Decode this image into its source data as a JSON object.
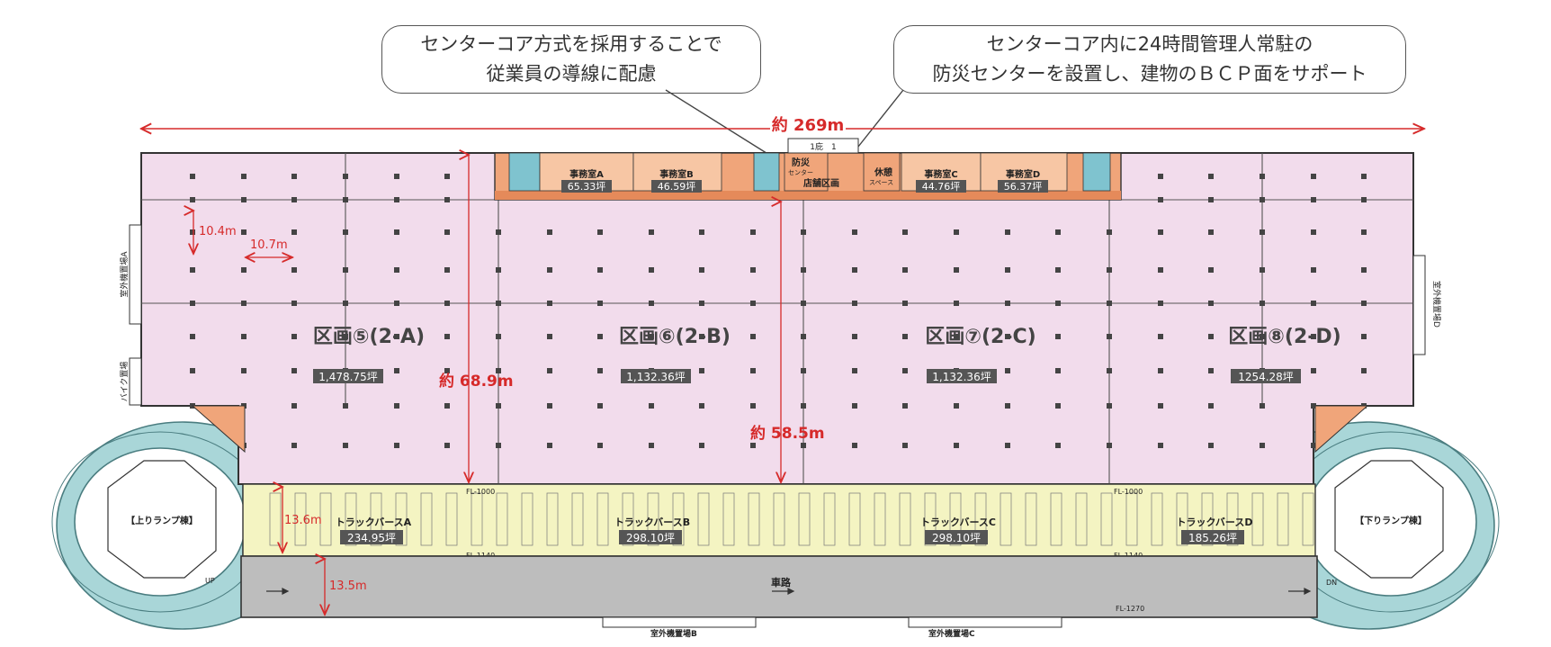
{
  "callouts": {
    "left": {
      "line1": "センターコア方式を採用することで",
      "line2": "従業員の導線に配慮"
    },
    "right": {
      "line1": "センターコア内に24時間管理人常駐の",
      "line2": "防災センターを設置し、建物のＢＣＰ面をサポート"
    }
  },
  "dimensions": {
    "overall_width": "約 269m",
    "depth": "約 68.9m",
    "inner_depth": "約 58.5m",
    "grid_y": "10.4m",
    "grid_x": "10.7m",
    "berth_depth": "13.6m",
    "road_width": "13.5m"
  },
  "zones": [
    {
      "name": "区画⑤(2-A)",
      "area": "1,478.75坪"
    },
    {
      "name": "区画⑥(2-B)",
      "area": "1,132.36坪"
    },
    {
      "name": "区画⑦(2-C)",
      "area": "1,132.36坪"
    },
    {
      "name": "区画⑧(2-D)",
      "area": "1254.28坪"
    }
  ],
  "offices": [
    {
      "name": "事務室A",
      "area": "65.33坪"
    },
    {
      "name": "事務室B",
      "area": "46.59坪"
    },
    {
      "name": "事務室C",
      "area": "44.76坪"
    },
    {
      "name": "事務室D",
      "area": "56.37坪"
    }
  ],
  "core": {
    "disaster_center_l1": "防災",
    "disaster_center_l2": "センター",
    "shop": "店舗区画",
    "rest_l1": "休憩",
    "rest_l2": "スペース",
    "roof_label": "1庇　1"
  },
  "berths": [
    {
      "name": "トラックバースA",
      "area": "234.95坪"
    },
    {
      "name": "トラックバースB",
      "area": "298.10坪"
    },
    {
      "name": "トラックバースC",
      "area": "298.10坪"
    },
    {
      "name": "トラックバースD",
      "area": "185.26坪"
    }
  ],
  "road": {
    "label": "車路",
    "fl": "FL-1270"
  },
  "levels": {
    "fl1000_left": "FL-1000",
    "fl1000_right": "FL-1000",
    "fl1140_left": "FL-1140",
    "fl1140_right": "FL-1140"
  },
  "ramps": {
    "up": "【上りランプ棟】",
    "down": "【下りランプ棟】",
    "up_mark": "UP",
    "dn_mark": "DN"
  },
  "outdoor": {
    "a": "室外機置場A",
    "b": "室外機置場B",
    "c": "室外機置場C",
    "d": "室外機置場D",
    "bike": "バイク置場"
  },
  "colors": {
    "warehouse": "#f2dcec",
    "core": "#f0a57a",
    "berth": "#f4f4c2",
    "road": "#bdbdbd",
    "ramp": "#a9d6d8",
    "dimension": "#d62a2a"
  }
}
